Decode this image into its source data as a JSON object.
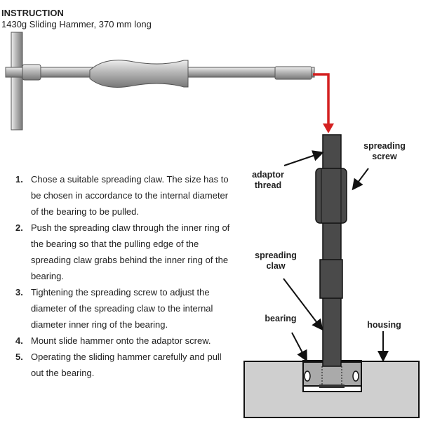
{
  "title": "INSTRUCTION",
  "subtitle": "1430g Sliding Hammer, 370 mm long",
  "steps": [
    {
      "num": "1.",
      "text": "Chose a suitable spreading claw. The size has to be chosen in accordance to the internal diameter of the bearing to be pulled."
    },
    {
      "num": "2.",
      "text": "Push the spreading claw through the inner ring of the bearing so that the pulling edge of the spreading claw grabs behind the inner ring of the bearing."
    },
    {
      "num": "3.",
      "text": "Tightening the spreading screw to adjust the diameter of the spreading claw to the internal diameter inner ring of the bearing."
    },
    {
      "num": "4.",
      "text": "Mount slide hammer onto the adaptor screw."
    },
    {
      "num": "5.",
      "text": "Operating the sliding hammer carefully and pull out the bearing."
    }
  ],
  "labels": {
    "adaptor_thread": "adaptor thread",
    "spreading_screw": "spreading screw",
    "spreading_claw": "spreading claw",
    "bearing": "bearing",
    "housing": "housing"
  },
  "colors": {
    "arrow": "#d42020",
    "tool": "#4a4a4a",
    "housing": "#cfcfcf"
  }
}
